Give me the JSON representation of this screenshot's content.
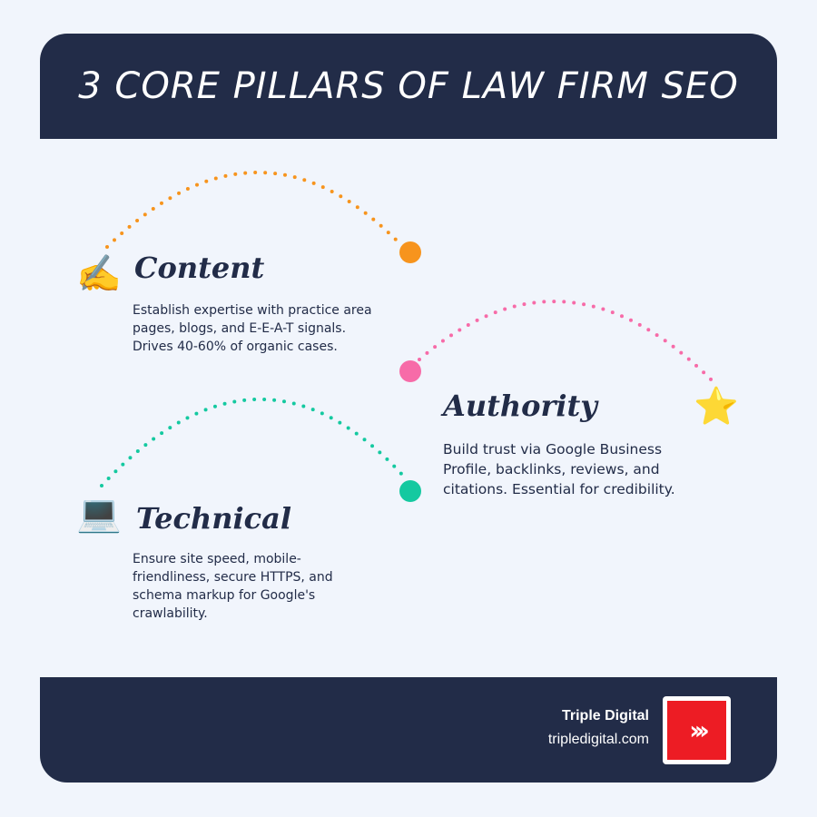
{
  "title": "3 CORE PILLARS OF LAW FIRM SEO",
  "pillars": [
    {
      "name": "Content",
      "icon": "writing-hand-icon",
      "emoji": "✍️",
      "color": "#f7941d",
      "text_lines": [
        "Establish expertise with practice area",
        "pages, blogs, and E-E-A-T signals.",
        "Drives 40-60% of organic cases."
      ]
    },
    {
      "name": "Authority",
      "icon": "star-icon",
      "emoji": "⭐",
      "color": "#f76ba8",
      "text_lines": [
        "Build trust via Google Business",
        "Profile, backlinks, reviews, and",
        "citations. Essential for credibility."
      ]
    },
    {
      "name": "Technical",
      "icon": "laptop-icon",
      "emoji": "💻",
      "color": "#14c9a0",
      "text_lines": [
        "Ensure site speed, mobile-",
        "friendliness, secure HTTPS, and",
        "schema markup for Google's",
        "crawlability."
      ]
    }
  ],
  "footer": {
    "brand": "Triple Digital",
    "url": "tripledigital.com",
    "logo_symbol": "›››"
  }
}
